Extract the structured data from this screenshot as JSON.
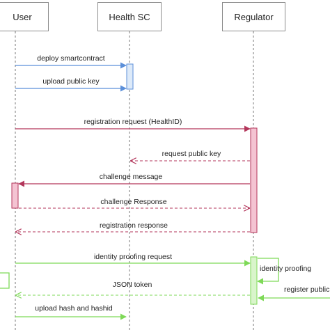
{
  "participants": {
    "user": "User",
    "health_sc": "Health SC",
    "regulator": "Regulator"
  },
  "messages": {
    "deploy": "deploy smartcontract",
    "upload_key": "upload public key",
    "registration_request": "registration request (HealthID)",
    "request_key": "request public key",
    "challenge_message": "challenge message",
    "challenge_response": "challenge Response",
    "registration_response": "registration response",
    "identity_proofing_request": "identity proofing request",
    "identity_proofing": "identity proofing",
    "json_token": "JSON token",
    "register_public_key": "register public ke",
    "upload_hash": "upload hash and hashid"
  },
  "colors": {
    "blue": "#5b8fd9",
    "red": "#b3365b",
    "green": "#7ed957",
    "lifeline": "#777777"
  }
}
